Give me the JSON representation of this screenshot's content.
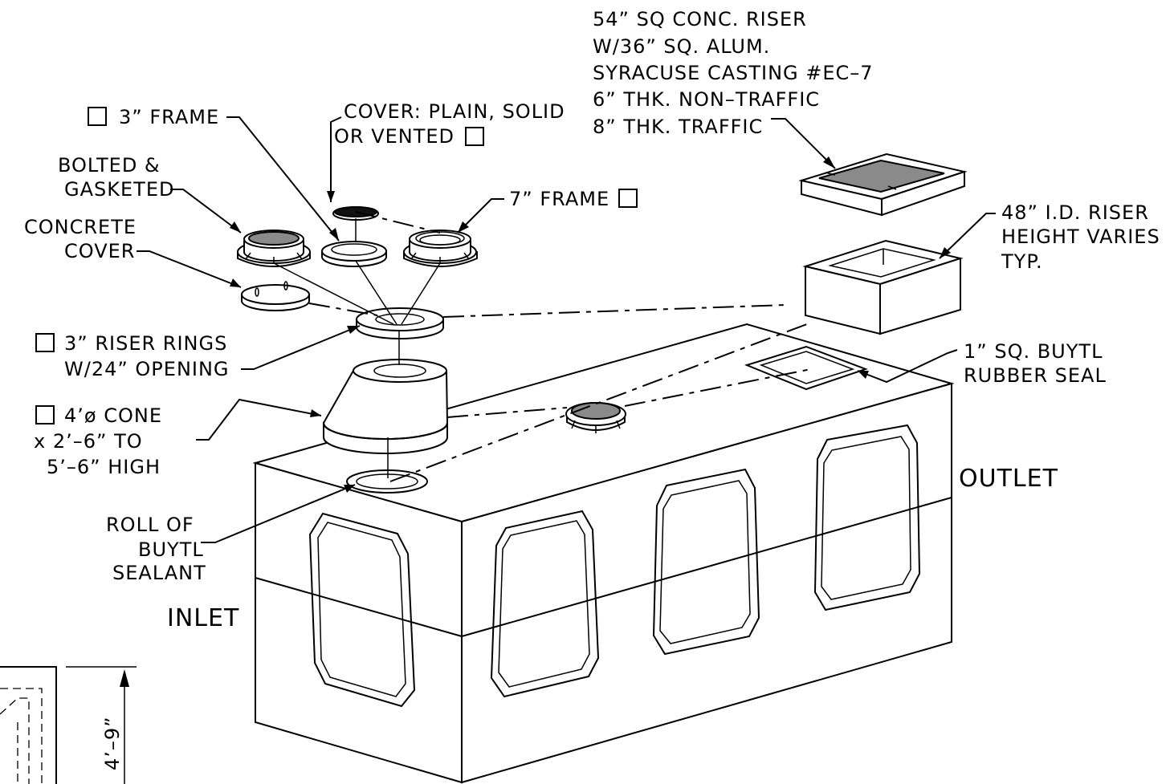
{
  "labels": {
    "concrete_riser_line1": "54” SQ CONC. RISER",
    "concrete_riser_line2": "W/36” SQ. ALUM.",
    "concrete_riser_line3": "SYRACUSE CASTING #EC–7",
    "concrete_riser_line4": "6” THK. NON–TRAFFIC",
    "concrete_riser_line5": "8” THK. TRAFFIC",
    "frame_3in": "3” FRAME",
    "cover_line1": "COVER: PLAIN, SOLID",
    "cover_line2": "OR VENTED",
    "bolted_line1": "BOLTED &",
    "bolted_line2": "GASKETED",
    "frame_7in": "7” FRAME",
    "concrete_cover_line1": "CONCRETE",
    "concrete_cover_line2": "COVER",
    "riser_48_line1": "48” I.D. RISER",
    "riser_48_line2": "HEIGHT VARIES",
    "riser_48_line3": "TYP.",
    "riser_rings_line1": "3” RISER RINGS",
    "riser_rings_line2": "W/24” OPENING",
    "seal_line1": "1” SQ. BUYTL",
    "seal_line2": "RUBBER SEAL",
    "cone_line1": "4’ø CONE",
    "cone_line2": "x 2’–6” TO",
    "cone_line3": "5’–6” HIGH",
    "roll_line1": "ROLL OF",
    "roll_line2": "BUYTL",
    "roll_line3": "SEALANT",
    "inlet": "INLET",
    "outlet": "OUTLET",
    "dimension_height": "4’–9”"
  },
  "colors": {
    "line": "#000000",
    "cover_fill": "#8a8a8a",
    "solid_cover_fill": "#111111",
    "background": "#ffffff"
  }
}
